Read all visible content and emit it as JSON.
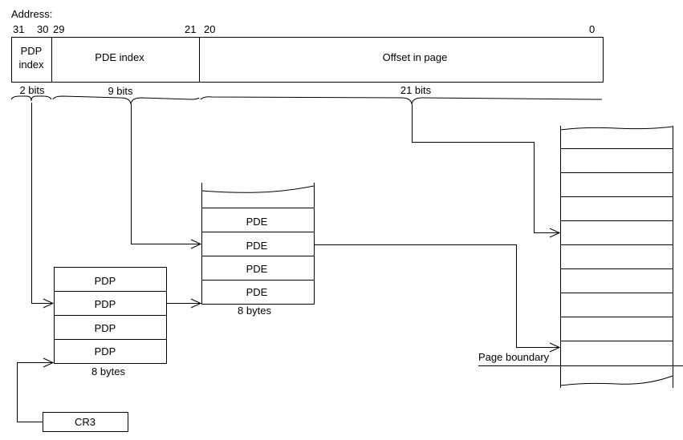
{
  "address": {
    "label": "Address:",
    "bit_numbers": {
      "b31": "31",
      "b30": "30",
      "b29": "29",
      "b21": "21",
      "b20": "20",
      "b0": "0"
    },
    "fields": {
      "pdp_index_line1": "PDP",
      "pdp_index_line2": "index",
      "pde_index": "PDE index",
      "offset": "Offset in page"
    },
    "widths": {
      "pdp": "2 bits",
      "pde": "9 bits",
      "offset": "21 bits"
    }
  },
  "pdp_table": {
    "entries": [
      "PDP",
      "PDP",
      "PDP",
      "PDP"
    ],
    "entry_size": "8 bytes"
  },
  "pde_table": {
    "entries": [
      "PDE",
      "PDE",
      "PDE",
      "PDE"
    ],
    "entry_size": "8 bytes"
  },
  "cr3": {
    "label": "CR3"
  },
  "page": {
    "boundary_label": "Page boundary"
  }
}
